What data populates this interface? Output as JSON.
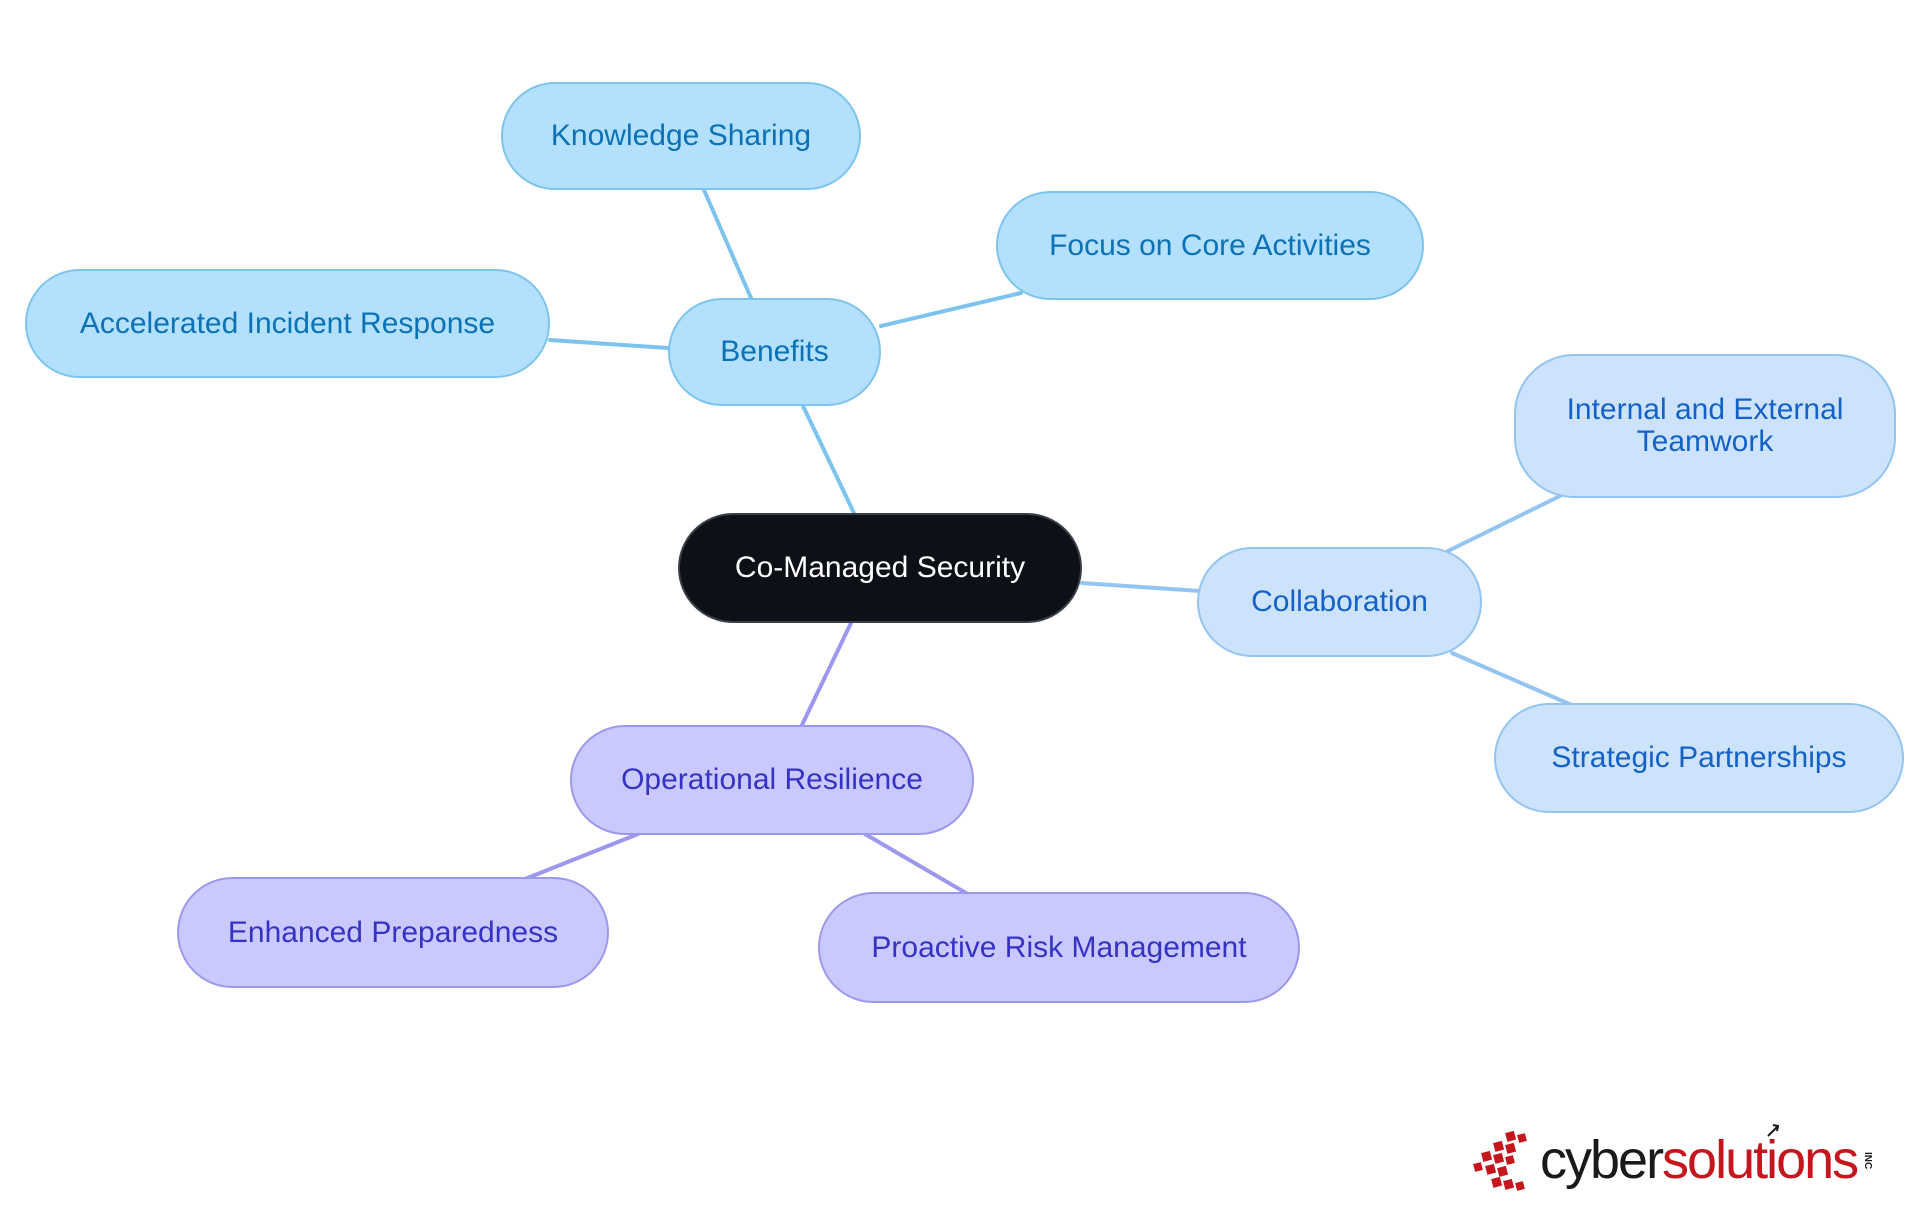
{
  "diagram": {
    "root": {
      "label": "Co-Managed Security"
    },
    "branches": [
      {
        "label": "Benefits",
        "children": [
          {
            "label": "Knowledge Sharing"
          },
          {
            "label": "Focus on Core Activities"
          },
          {
            "label": "Accelerated Incident Response"
          }
        ]
      },
      {
        "label": "Collaboration",
        "children": [
          {
            "label": "Internal and External\nTeamwork"
          },
          {
            "label": "Strategic Partnerships"
          }
        ]
      },
      {
        "label": "Operational Resilience",
        "children": [
          {
            "label": "Enhanced Preparedness"
          },
          {
            "label": "Proactive Risk Management"
          }
        ]
      }
    ],
    "colors": {
      "root_fill": "#0d1117",
      "benefits_fill": "#b3e0fd",
      "benefits_edge": "#7cc4ee",
      "collaboration_fill": "#cce3fb",
      "collaboration_edge": "#94c4f2",
      "resilience_fill": "#cac9fd",
      "resilience_edge": "#9b98ee"
    }
  },
  "logo": {
    "part1": "cyber",
    "part2": "solutions",
    "suffix": "INC",
    "icon": "red-pixel-e-icon",
    "colors": {
      "dark": "#1a1a1a",
      "red": "#c4161c"
    }
  }
}
